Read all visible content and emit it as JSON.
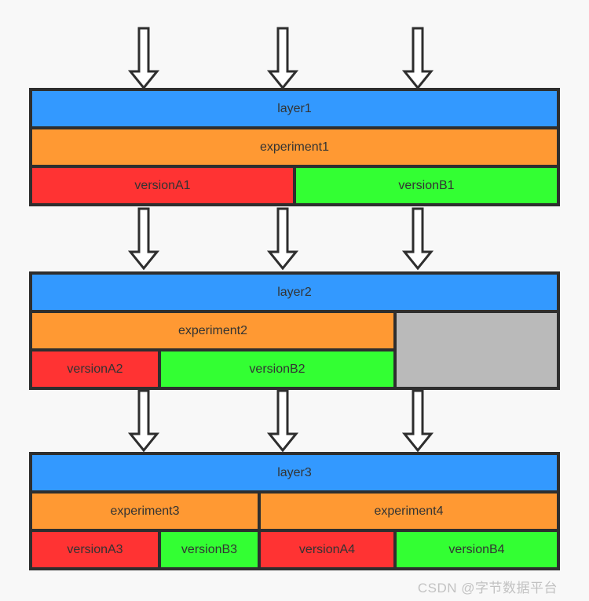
{
  "diagram": {
    "type": "ab-experiment-layer-diagram",
    "colors": {
      "layer_bar": "#3399ff",
      "experiment_bar": "#ff9933",
      "version_a": "#ff3333",
      "version_b": "#33ff33",
      "unused_slot": "#bababa",
      "outline": "#2e2e2e",
      "background": "#f8f8f8",
      "label_text": "#333333",
      "watermark_text": "#c2c2c2"
    },
    "icons": {
      "down-arrow-icon": "⬇"
    },
    "layers": [
      {
        "layer_label": "layer1",
        "experiments": [
          {
            "label": "experiment1",
            "versions": [
              {
                "label": "versionA1"
              },
              {
                "label": "versionB1"
              }
            ]
          }
        ]
      },
      {
        "layer_label": "layer2",
        "experiments": [
          {
            "label": "experiment2",
            "versions": [
              {
                "label": "versionA2"
              },
              {
                "label": "versionB2"
              }
            ]
          }
        ],
        "has_unused_slot": true
      },
      {
        "layer_label": "layer3",
        "experiments": [
          {
            "label": "experiment3",
            "versions": [
              {
                "label": "versionA3"
              },
              {
                "label": "versionB3"
              }
            ]
          },
          {
            "label": "experiment4",
            "versions": [
              {
                "label": "versionA4"
              },
              {
                "label": "versionB4"
              }
            ]
          }
        ]
      }
    ],
    "watermark": {
      "text": "CSDN @字节数据平台"
    }
  }
}
